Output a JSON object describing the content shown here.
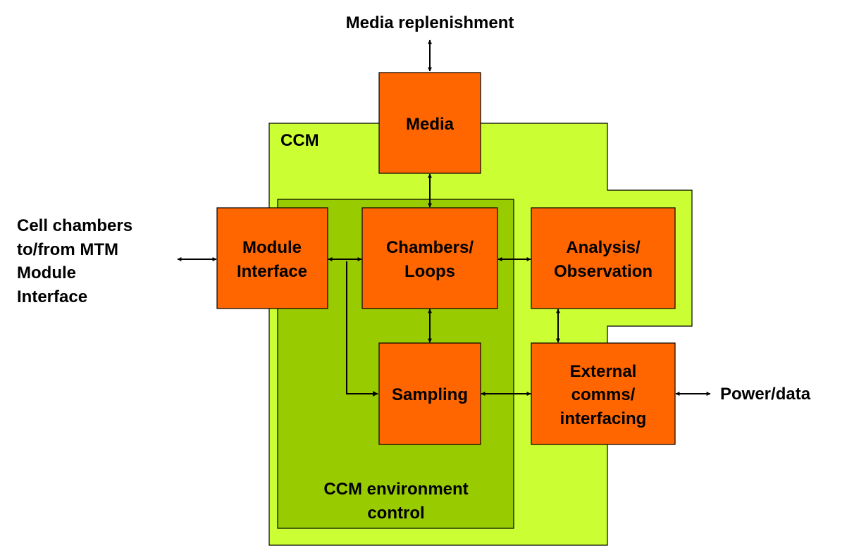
{
  "colors": {
    "ccm_fill": "#ccff33",
    "env_fill": "#99cc00",
    "block_fill": "#ff6600",
    "line": "#000000"
  },
  "top_label": "Media replenishment",
  "left_label": [
    "Cell chambers",
    "to/from MTM",
    "Module",
    "Interface"
  ],
  "right_label": "Power/data",
  "ccm_label": "CCM",
  "env_label": [
    "CCM environment",
    "control"
  ],
  "blocks": {
    "media": [
      "Media"
    ],
    "module_interface": [
      "Module",
      "Interface"
    ],
    "chambers_loops": [
      "Chambers/",
      "Loops"
    ],
    "analysis_observation": [
      "Analysis/",
      "Observation"
    ],
    "sampling": [
      "Sampling"
    ],
    "external_comms": [
      "External",
      "comms/",
      "interfacing"
    ]
  }
}
